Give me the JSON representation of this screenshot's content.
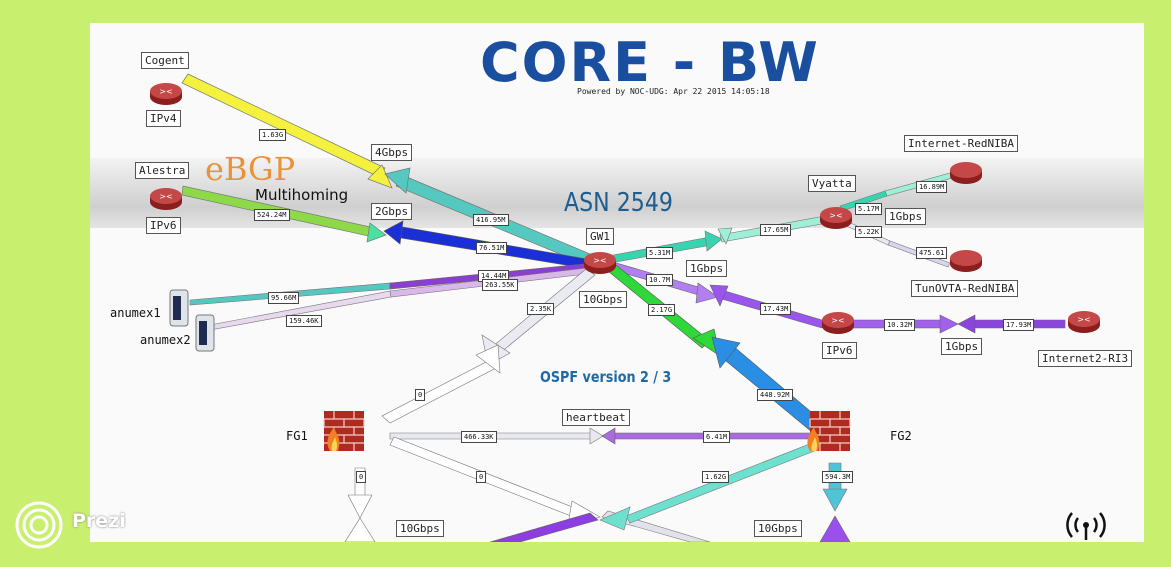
{
  "title": "CORE - BW",
  "subtitle": "Powered by NOC-UDG: Apr 22 2015 14:05:18",
  "annotations": {
    "ebgp": "eBGP",
    "multihoming": "Multihoming",
    "asn": "ASN 2549",
    "ospf": "OSPF version 2 / 3"
  },
  "nodes": {
    "cogent": "Cogent",
    "ipv4": "IPv4",
    "alestra": "Alestra",
    "ipv6_left": "IPv6",
    "gw1": "GW1",
    "vyatta": "Vyatta",
    "internet_rednibA": "Internet-RedNIBA",
    "tunovta": "TunOVTA-RedNIBA",
    "ipv6_right": "IPv6",
    "internet2": "Internet2-RI3",
    "anumex1": "anumex1",
    "anumex2": "anumex2",
    "fg1": "FG1",
    "fg2": "FG2",
    "heartbeat": "heartbeat"
  },
  "capacities": {
    "cogent": "4Gbps",
    "alestra": "2Gbps",
    "gw1": "10Gbps",
    "vyatta_gw1": "1Gbps",
    "vyatta_right": "1Gbps",
    "ipv6_link": "1Gbps",
    "fg1_bottom": "10Gbps",
    "fg2_bottom": "10Gbps"
  },
  "rates": {
    "cogent": "1.63G",
    "gw1_cogent": "416.95M",
    "alestra": "524.24M",
    "gw1_alestra": "76.51M",
    "anumex1": "95.66M",
    "anumex2": "159.46K",
    "gw1_anumex1": "14.44M",
    "gw1_anumex2": "263.55K",
    "gw1_vyatta": "5.31M",
    "vyatta_gw1": "17.65M",
    "vyatta_internet": "5.17M",
    "internet_vyatta": "16.89M",
    "vyatta_tun": "5.22K",
    "tun_vyatta": "475.61",
    "gw1_ipv6": "10.7M",
    "ipv6_gw1": "17.43M",
    "ipv6_i2": "10.32M",
    "i2_ipv6": "17.93M",
    "gw1_fg1": "2.35K",
    "gw1_fg2": "2.17G",
    "fg2_gw1": "448.92M",
    "fg1_gw1": "0",
    "fg1_fg2": "466.33K",
    "fg2_fg1": "6.41M",
    "fg1_down": "0",
    "fg1_cross": "0",
    "fg2_cross": "1.62G",
    "fg2_down": "594.3M"
  },
  "brand": {
    "prezi": "Prezi"
  },
  "icons": {
    "router": "router-icon",
    "server": "server-icon",
    "firewall": "firewall-icon",
    "signal": "signal-icon",
    "prezi": "prezi-logo-icon"
  },
  "colors": {
    "frame": "#c8ef6e",
    "title": "#1a4fa0",
    "ebgp": "#e8923a"
  }
}
